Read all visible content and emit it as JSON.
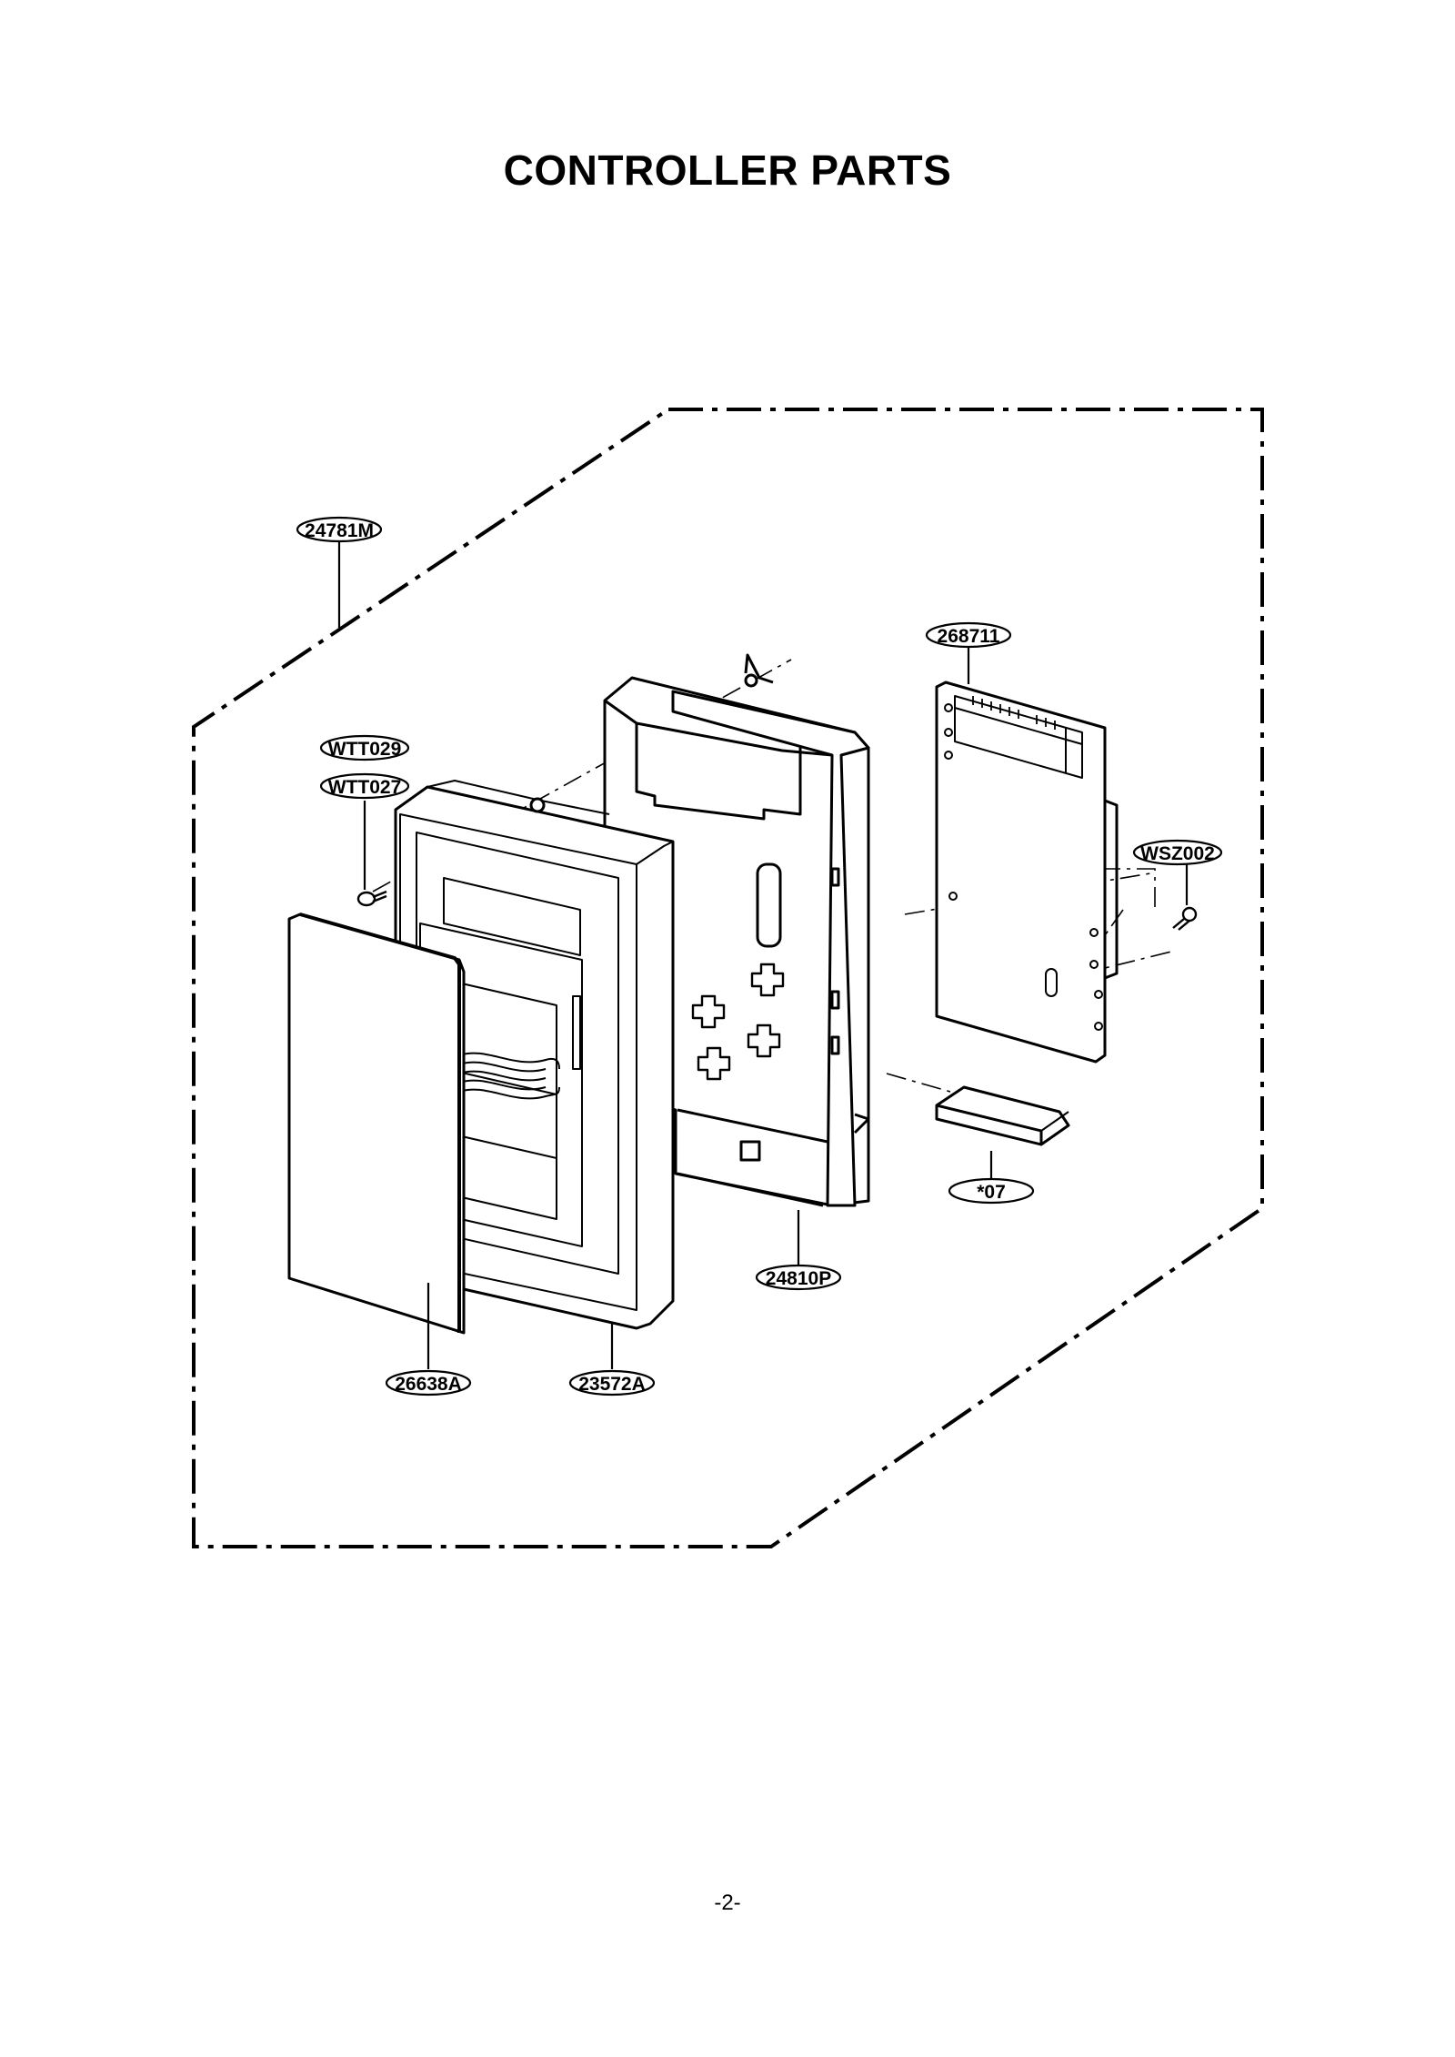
{
  "page": {
    "title": "CONTROLLER PARTS",
    "page_number": "-2-"
  },
  "callouts": {
    "assembly": "24781M",
    "pcb": "268711",
    "screw_1": "WTT029",
    "screw_2": "WTT027",
    "pcb_screw": "WSZ002",
    "bracket": "24810P",
    "connector": "*07",
    "panel_sheet": "26638A",
    "control_panel": "23572A"
  },
  "colors": {
    "line": "#000000",
    "background": "#ffffff",
    "part_fill": "#ffffff"
  }
}
